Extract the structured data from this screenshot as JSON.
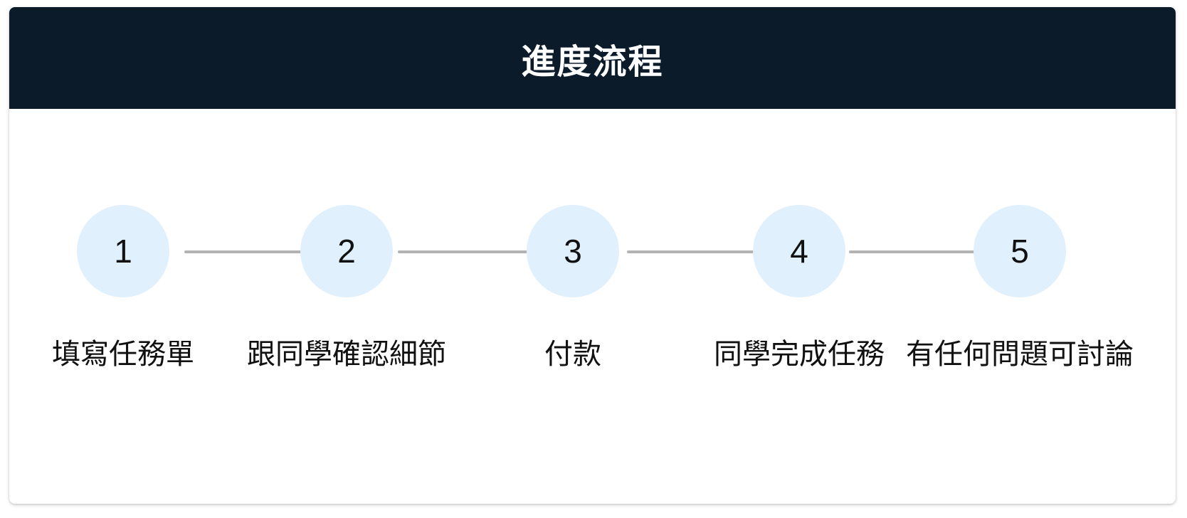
{
  "header": {
    "title": "進度流程"
  },
  "steps": [
    {
      "number": "1",
      "label": "填寫任務單"
    },
    {
      "number": "2",
      "label": "跟同學確認細節"
    },
    {
      "number": "3",
      "label": "付款"
    },
    {
      "number": "4",
      "label": "同學完成任務"
    },
    {
      "number": "5",
      "label": "有任何問題可討論"
    }
  ],
  "colors": {
    "header_bg": "#0b1b2a",
    "circle_bg": "#e0f0fd",
    "connector": "#b3b3b3"
  }
}
